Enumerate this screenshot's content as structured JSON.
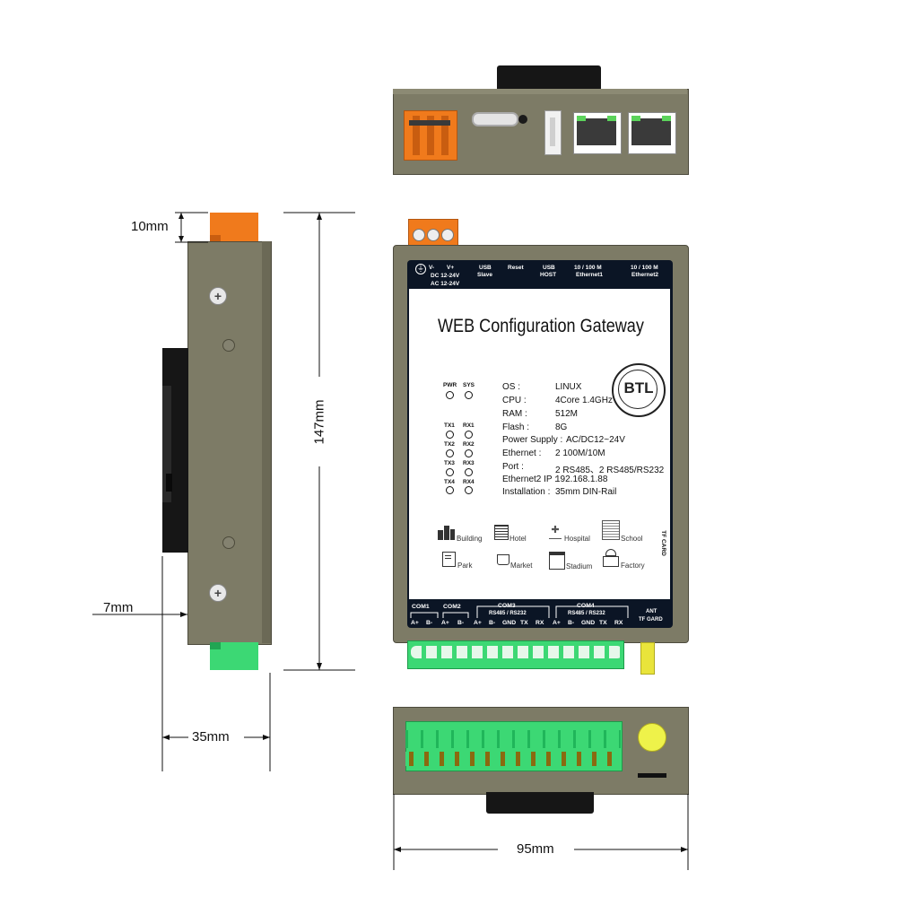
{
  "dimensions": {
    "top_tab": "10mm",
    "height": "147mm",
    "rail_depth": "7mm",
    "depth": "35mm",
    "width": "95mm"
  },
  "front_panel": {
    "top_labels": {
      "vminus": "V-",
      "vplus": "V+",
      "dc": "DC 12-24V",
      "ac": "AC 12-24V",
      "usb_slave_1": "USB",
      "usb_slave_2": "Slave",
      "reset": "Reset",
      "usb_host_1": "USB",
      "usb_host_2": "HOST",
      "eth1_1": "10 / 100 M",
      "eth1_2": "Ethernet1",
      "eth2_1": "10 / 100 M",
      "eth2_2": "Ethernet2"
    },
    "title": "WEB Configuration Gateway",
    "leds": {
      "pwr": "PWR",
      "sys": "SYS",
      "tx1": "TX1",
      "rx1": "RX1",
      "tx2": "TX2",
      "rx2": "RX2",
      "tx3": "TX3",
      "rx3": "RX3",
      "tx4": "TX4",
      "rx4": "RX4"
    },
    "specs": [
      {
        "key": "OS :",
        "value": "LINUX"
      },
      {
        "key": "CPU :",
        "value": "4Core 1.4GHz"
      },
      {
        "key": "RAM :",
        "value": "512M"
      },
      {
        "key": "Flash :",
        "value": "8G"
      },
      {
        "key": "Power Supply :",
        "value": "AC/DC12~24V"
      },
      {
        "key": "Ethernet :",
        "value": "2 100M/10M"
      },
      {
        "key": "Port :",
        "value": "2 RS485、2 RS485/RS232"
      },
      {
        "key": "Ethernet2 IP :",
        "value": "192.168.1.88"
      },
      {
        "key": "Installation :",
        "value": "35mm DIN-Rail"
      }
    ],
    "applications": {
      "building": "Building",
      "hotel": "Hotel",
      "hospital": "Hospital",
      "school": "School",
      "park": "Park",
      "market": "Market",
      "stadium": "Stadium",
      "factory": "Factory"
    },
    "tf_card_side": "TF CARD",
    "bottom_labels": {
      "com1": "COM1",
      "com2": "COM2",
      "com3": "COM3",
      "com4": "COM4",
      "rs_3": "RS485 / RS232",
      "rs_4": "RS485 / RS232",
      "c1": [
        "A+",
        "B-"
      ],
      "c2": [
        "A+",
        "B-"
      ],
      "c3": [
        "A+",
        "B-",
        "GND",
        "TX",
        "RX"
      ],
      "c4": [
        "A+",
        "B-",
        "GND",
        "TX",
        "RX"
      ],
      "ant": "ANT",
      "tf_card": "TF GARD"
    },
    "logo": "BTL"
  },
  "colors": {
    "housing": "#7d7b66",
    "housing_dark": "#5e5c4d",
    "panel_dark": "#0b1525",
    "orange": "#f07a1c",
    "green": "#3cd874",
    "yellow": "#e9e43b",
    "black_rail": "#161616"
  }
}
